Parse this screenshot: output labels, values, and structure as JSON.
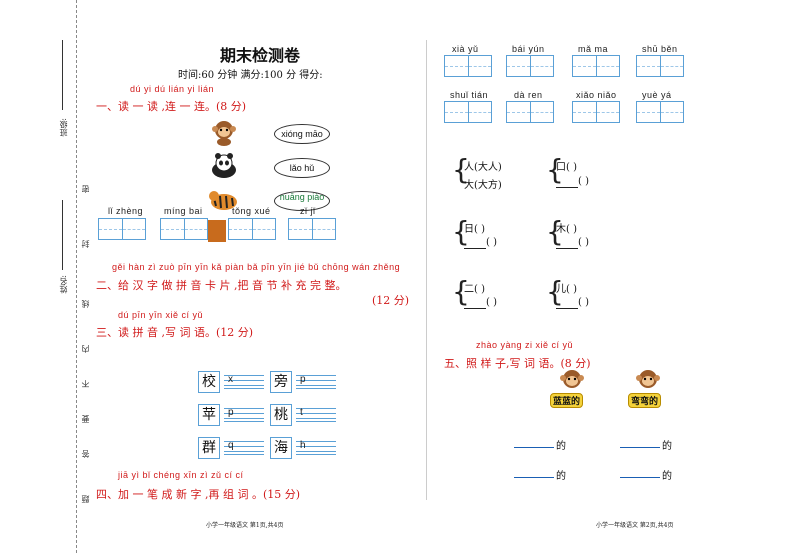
{
  "binding": {
    "class_label": "班级:",
    "name_label": "姓名:",
    "margin_chars": [
      "密",
      "封",
      "线",
      "内",
      "不",
      "要",
      "答",
      "题"
    ]
  },
  "header": {
    "title": "期末检测卷",
    "meta": "时间:60 分钟    满分:100 分    得分:"
  },
  "q1": {
    "pinyin": "dú  yi dú lián yi lián",
    "title": "一、读 一 读 ,连 一 连。(8 分)",
    "options": [
      "xióng māo",
      "lǎo hǔ",
      "huāng piào"
    ],
    "animals": [
      "monkey-icon",
      "panda-icon",
      "tiger-icon"
    ],
    "words": [
      "lǐ  zhèng",
      "míng bai",
      "tǒng  xué",
      "zǐ    jǐ"
    ]
  },
  "q2": {
    "pinyin": "gěi hàn zì zuò pīn yīn kǎ piàn bǎ pīn yīn jié bǔ chōng wán zhěng",
    "title": "二、给 汉 字 做 拼 音  卡 片 ,把 音 节 补  充     完  整。",
    "score": "(12 分)"
  },
  "q3": {
    "pinyin": "dú  pīn yīn xiě  cí  yǔ",
    "title": "三、读 拼 音 ,写 词 语。(12 分)",
    "rows": [
      {
        "c1": "校",
        "l1": "x",
        "c2": "旁",
        "l2": "p"
      },
      {
        "c1": "苹",
        "l1": "p",
        "c2": "桃",
        "l2": "t"
      },
      {
        "c1": "群",
        "l1": "q",
        "c2": "海",
        "l2": "h"
      }
    ]
  },
  "q4": {
    "pinyin": "jiā yì bǐ chéng xīn zì   zǔ cí  cí",
    "title": "四、加 一 笔   成   新 字 ,再 组 词 。(15 分)"
  },
  "right_top": {
    "words": [
      "xià   yǔ",
      "bái  yún",
      "mǎ   ma",
      "shū  běn",
      "shuǐ  tián",
      "dà   ren",
      "xiǎo  niǎo",
      "yuè   yá"
    ]
  },
  "q4_items": [
    {
      "a": "人(大人)",
      "b": "大(大方)"
    },
    {
      "a": "口(     )",
      "b": "(     )"
    },
    {
      "a": "日(     )",
      "b": "(     )"
    },
    {
      "a": "木(     )",
      "b": "(     )"
    },
    {
      "a": "二(     )",
      "b": "(     )"
    },
    {
      "a": "儿(     )",
      "b": "(     )"
    }
  ],
  "q5": {
    "pinyin": "zhào yàng  zi xiě  cí  yǔ",
    "title": "五、照  样   子,写  词  语。(8 分)",
    "examples": [
      "蓝蓝的",
      "弯弯的"
    ],
    "suffix": "的"
  },
  "footer": {
    "left": "小学一年级语文    第1页,共4页",
    "right": "小学一年级语文    第2页,共4页"
  }
}
